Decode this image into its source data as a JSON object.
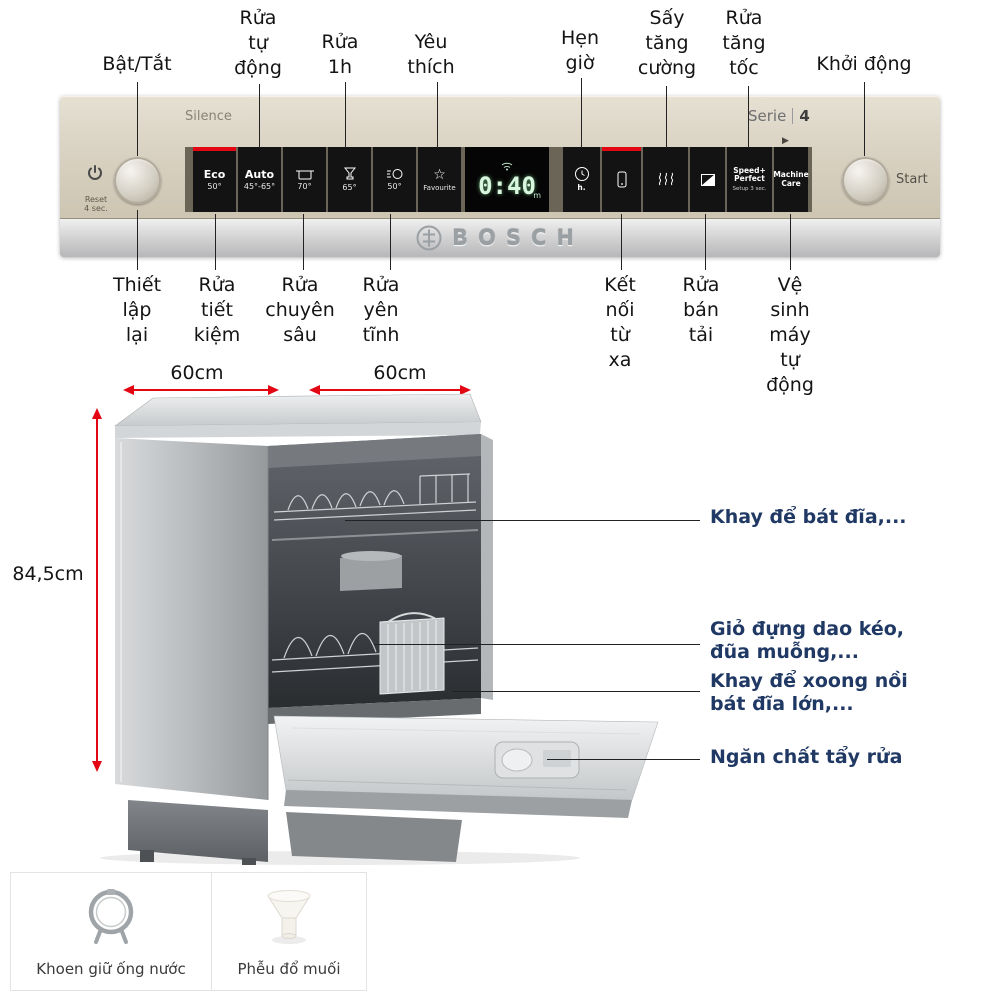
{
  "brand": {
    "logo_text": "BOSCH",
    "series_label": "Serie",
    "series_number": "4",
    "silence_label": "Silence"
  },
  "panel": {
    "power": {
      "reset_text": "Reset\n4 sec."
    },
    "start": {
      "label": "Start",
      "play_glyph": "▶"
    },
    "display": {
      "time": "0:40",
      "minutes_unit": "m"
    },
    "programs": [
      {
        "name": "Eco",
        "temp": "50°"
      },
      {
        "name": "Auto",
        "temp": "45°-65°"
      },
      {
        "name": "",
        "temp": "70°"
      },
      {
        "name": "",
        "temp": "65°"
      },
      {
        "name": "",
        "temp": "50°"
      },
      {
        "name": "Favourite",
        "temp": "",
        "star_glyph": "☆"
      }
    ],
    "options": [
      {
        "label": "h.",
        "sub": ""
      },
      {
        "label": "",
        "sub": ""
      },
      {
        "label": "",
        "sub": ""
      },
      {
        "label": "",
        "sub": ""
      },
      {
        "label": "Speed+\nPerfect",
        "sub": "Setup 3 sec."
      },
      {
        "label": "Machine\nCare",
        "sub": ""
      }
    ]
  },
  "labels_top": [
    {
      "text": "Bật/Tắt"
    },
    {
      "text": "Rửa\ntự\nđộng"
    },
    {
      "text": "Rửa\n1h"
    },
    {
      "text": "Yêu\nthích"
    },
    {
      "text": "Hẹn\ngiờ"
    },
    {
      "text": "Sấy\ntăng\ncường"
    },
    {
      "text": "Rửa\ntăng\ntốc"
    },
    {
      "text": "Khởi động"
    }
  ],
  "labels_bottom": [
    {
      "text": "Thiết\nlập\nlại"
    },
    {
      "text": "Rửa\ntiết\nkiệm"
    },
    {
      "text": "Rửa\nchuyên\nsâu"
    },
    {
      "text": "Rửa\nyên\ntĩnh"
    },
    {
      "text": "Kết\nnối\ntừ\nxa"
    },
    {
      "text": "Rửa\nbán\ntải"
    },
    {
      "text": "Vệ\nsinh\nmáy\ntự\nđộng"
    }
  ],
  "dimensions": {
    "width": "60cm",
    "depth": "60cm",
    "height": "84,5cm"
  },
  "callouts": [
    {
      "text": "Khay để bát đĩa,..."
    },
    {
      "text": "Giỏ đựng dao kéo,\nđũa muỗng,..."
    },
    {
      "text": "Khay để xoong nồi\nbát đĩa lớn,..."
    },
    {
      "text": "Ngăn chất tẩy rửa"
    }
  ],
  "accessories": [
    {
      "label": "Khoen giữ ống nước"
    },
    {
      "label": "Phễu đổ muối"
    }
  ],
  "colors": {
    "accent_red": "#e30613",
    "callout_text": "#1f3864",
    "panel_champagne": "#d6cfbf"
  }
}
